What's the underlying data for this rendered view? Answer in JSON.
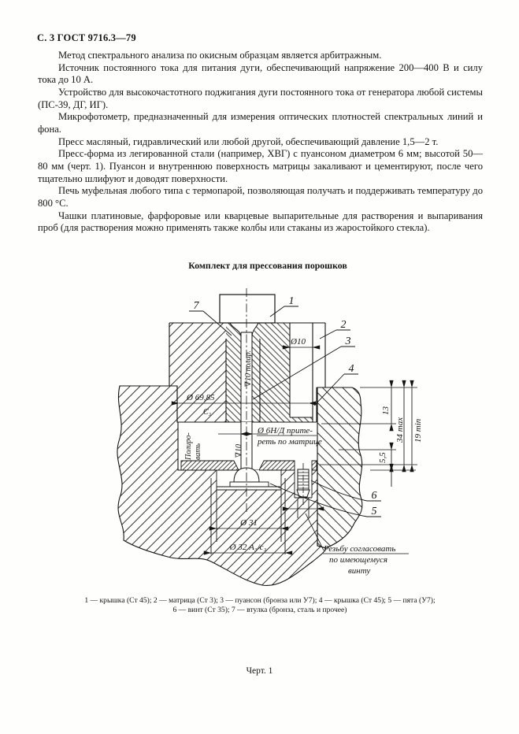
{
  "page": {
    "header": "С. 3 ГОСТ 9716.3—79",
    "fig_number": "Черт. 1"
  },
  "paragraphs": [
    "Метод спектрального анализа по окисным образцам является арбитражным.",
    "Источник постоянного тока для питания дуги, обеспечивающий напряжение 200—400 В и силу тока до 10 А.",
    "Устройство для высокочастотного поджигания дуги постоянного тока от генератора любой системы (ПС-39, ДГ, ИГ).",
    "Микрофотометр, предназначенный для измерения оптических плотностей спектральных линий и фона.",
    "Пресс масляный, гидравлический или любой другой, обеспечивающий давление 1,5—2 т.",
    "Пресс-форма из легированной стали (например, ХВГ) с пуансоном диаметром 6 мм; высотой 50—80 мм (черт. 1). Пуансон и внутреннюю поверхность матрицы закаливают и цементируют, после чего тщательно шлифуют и доводят поверхности.",
    "Печь муфельная любого типа с термопарой, позволяющая получать и поддерживать температуру до 800 °С.",
    "Чашки платиновые, фарфоровые или кварцевые выпарительные для растворения и выпаривания проб (для растворения можно применять также колбы или стаканы из жаростойкого стекла)."
  ],
  "figure": {
    "title": "Комплект для прессования порошков",
    "caption_line1": "1 — крышка (Ст 45); 2 — матрица (Ст 3); 3 — пуансон (бронза или У7); 4 — крышка (Ст 45); 5 — пята (У7);",
    "caption_line2": "6 — винт (Ст 35); 7 — втулка (бронза, сталь и прочее)",
    "ink": "#141414",
    "part_labels": {
      "p1": "1",
      "p2": "2",
      "p3": "3",
      "p4": "4",
      "p5": "5",
      "p6": "6",
      "p7": "7"
    },
    "dims": {
      "d10": "Ø10",
      "d69": "Ø 69,85",
      "c3": "С₃",
      "d31": "Ø 31",
      "d32": "Ø 32 А₃/с₃",
      "h13": "13",
      "h34": "34 max",
      "h19": "19 min",
      "h55": "5,5"
    },
    "notes": {
      "polish1": "Полиро-",
      "polish2": "вать",
      "rod_finish": "∇10 полир.",
      "rod_finish2": "∇10",
      "fit1": "Ø 6Н/Д прите-",
      "fit2": "реть по матрице",
      "thread1": "Резьбу согласовать",
      "thread2": "по имеющемуся",
      "thread3": "винту"
    }
  }
}
